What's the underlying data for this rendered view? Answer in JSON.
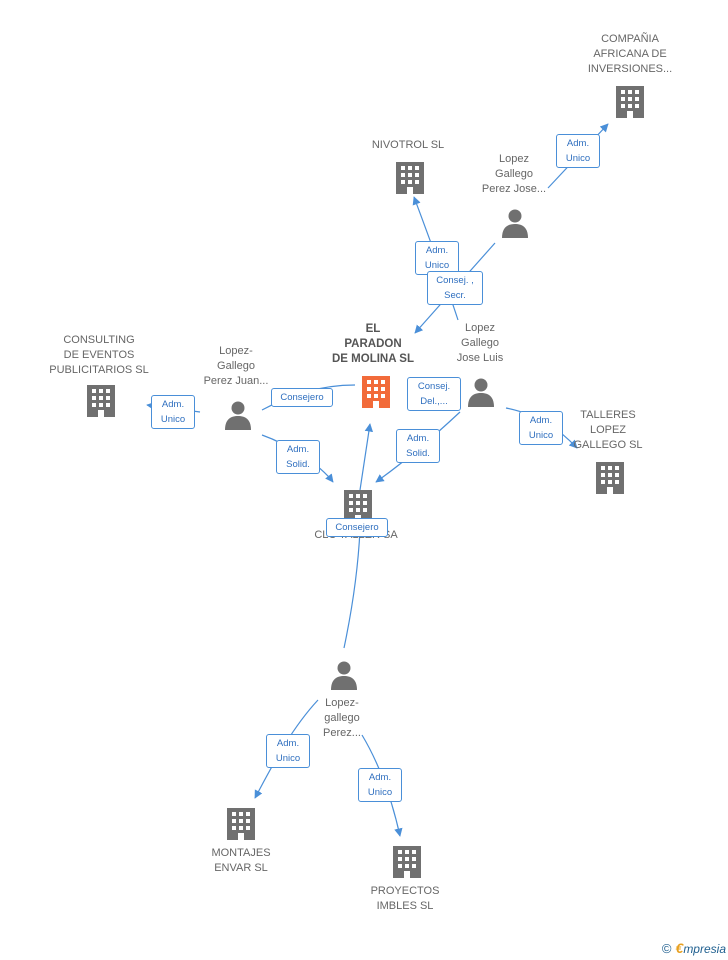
{
  "colors": {
    "edge": "#4a8fd8",
    "node_default": "#707070",
    "node_main": "#f26b3a",
    "role_text": "#2f6fbf"
  },
  "nodes": {
    "el_paradon": {
      "label": "EL\nPARADON\nDE MOLINA SL",
      "type": "company",
      "main": true
    },
    "compania_africana": {
      "label": "COMPAÑIA\nAFRICANA DE\nINVERSIONES...",
      "type": "company"
    },
    "nivotrol": {
      "label": "NIVOTROL SL",
      "type": "company"
    },
    "consulting": {
      "label": "CONSULTING\nDE EVENTOS\nPUBLICITARIOS SL",
      "type": "company"
    },
    "talleres": {
      "label": "TALLERES\nLOPEZ\nGALLEGO SL",
      "type": "company"
    },
    "clc_taller": {
      "label": "CLC TALLER SA",
      "type": "company"
    },
    "montajes": {
      "label": "MONTAJES\nENVAR  SL",
      "type": "company"
    },
    "proyectos": {
      "label": "PROYECTOS\nIMBLES  SL",
      "type": "company"
    },
    "lopez_jose": {
      "label": "Lopez\nGallego\nPerez Jose...",
      "type": "person"
    },
    "lopez_jose_luis": {
      "label": "Lopez\nGallego\nJose Luis",
      "type": "person"
    },
    "lopez_juan": {
      "label": "Lopez-\nGallego\nPerez Juan...",
      "type": "person"
    },
    "lopez_perez": {
      "label": "Lopez-\ngallego\nPerez...",
      "type": "person"
    }
  },
  "roles": {
    "r1": "Adm.\nUnico",
    "r2": "Adm.\nUnico",
    "r3": "Consej. ,\nSecr.",
    "r4": "Consejero",
    "r5": "Adm.\nUnico",
    "r6": "Adm.\nSolid.",
    "r7": "Consej.\nDel.,...",
    "r8": "Adm.\nSolid.",
    "r9": "Adm.\nUnico",
    "r10": "Consejero",
    "r11": "Adm.\nUnico",
    "r12": "Adm.\nUnico"
  },
  "footer": {
    "copyright": "©",
    "brand_e": "€",
    "brand_rest": "mpresia"
  }
}
